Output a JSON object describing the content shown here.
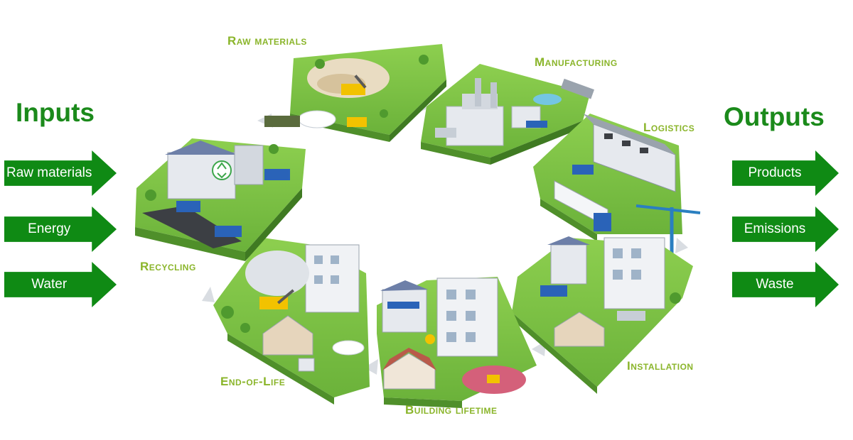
{
  "inputs": {
    "heading": "Inputs",
    "items": [
      "Raw materials",
      "Energy",
      "Water"
    ]
  },
  "outputs": {
    "heading": "Outputs",
    "items": [
      "Products",
      "Emissions",
      "Waste"
    ]
  },
  "stages": {
    "raw_materials": "Raw materials",
    "manufacturing": "Manufacturing",
    "logistics": "Logistics",
    "installation": "Installation",
    "building_lifetime": "Building lifetime",
    "end_of_life": "End-of-Life",
    "recycling": "Recycling"
  },
  "colors": {
    "arrow_green": "#0f8a14",
    "heading_green": "#1b8a1b",
    "stage_label": "#8ab52a",
    "grass": "#7cc243",
    "grass_dark": "#4f8f2a",
    "road": "#3c3f44",
    "building": "#e6e9ee",
    "roof_blue": "#6d7fa8",
    "truck_blue": "#2a63b8",
    "excavator_yellow": "#f2c200",
    "cycle_arrow": "#d9dde2"
  }
}
